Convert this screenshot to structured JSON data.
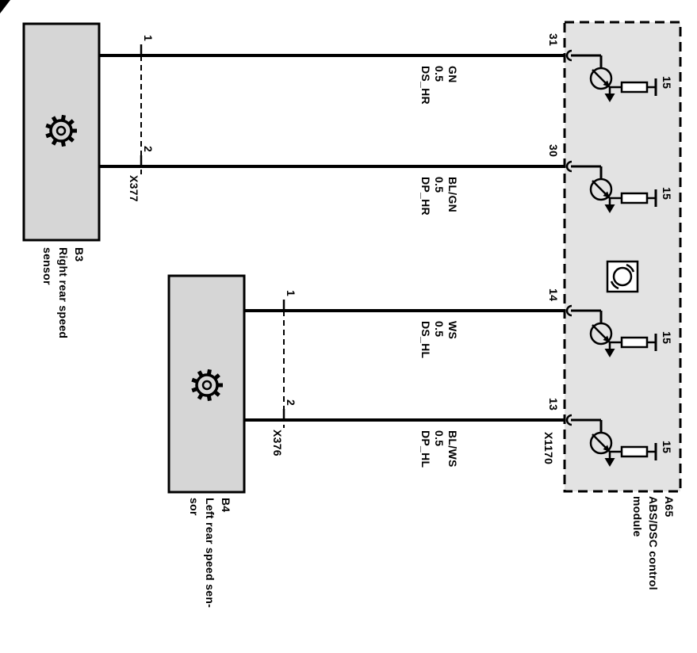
{
  "b3": {
    "label_lines": [
      "B3",
      "Right rear speed",
      "sensor"
    ],
    "connector": "X377"
  },
  "b4": {
    "label_lines": [
      "B4",
      "Left rear speed sen-",
      "sor"
    ],
    "connector": "X376"
  },
  "module": {
    "label_lines": [
      "A65",
      "ABS/DSC control",
      "module"
    ],
    "connector": "X1170",
    "pin_numbers": [
      "31",
      "30",
      "14",
      "13"
    ]
  },
  "wires": [
    {
      "signal": "DS_HR",
      "size": "0.5",
      "color": "GN",
      "sensor_pin": "1",
      "module_pin": "31",
      "terminal": "15"
    },
    {
      "signal": "DP_HR",
      "size": "0.5",
      "color": "BL/GN",
      "sensor_pin": "2",
      "module_pin": "30",
      "terminal": "15"
    },
    {
      "signal": "DS_HL",
      "size": "0.5",
      "color": "WS",
      "sensor_pin": "1",
      "module_pin": "14",
      "terminal": "15"
    },
    {
      "signal": "DP_HL",
      "size": "0.5",
      "color": "BL/WS",
      "sensor_pin": "2",
      "module_pin": "13",
      "terminal": "15"
    }
  ],
  "colors": {
    "background": "#ffffff",
    "box_fill": "#d6d6d6",
    "module_fill": "#e3e3e3",
    "line": "#000000"
  }
}
